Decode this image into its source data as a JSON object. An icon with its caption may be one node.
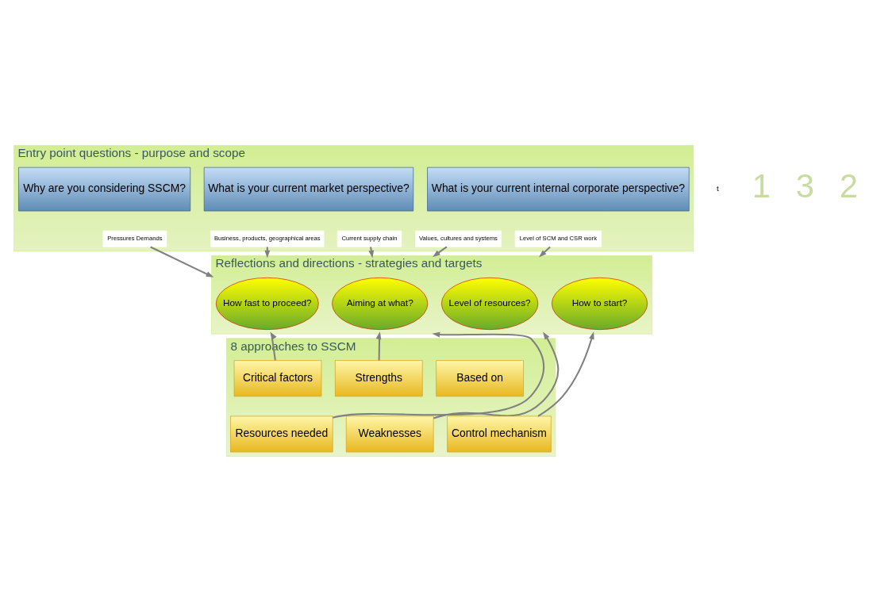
{
  "diagram": {
    "nodes": [
      {
        "text": [
          "Entry point questions - purpose and scope"
        ]
      },
      {
        "text": [
          "Why are you considering SSCM?"
        ],
        "in": 0
      },
      {
        "text": [
          "What is your current market perspective?"
        ],
        "in": 0
      },
      {
        "text": [
          "What is your current internal corporate perspective?"
        ],
        "in": 0
      },
      {
        "text": [
          "Pressures Demands"
        ],
        "in": 0
      },
      {
        "text": [
          "Business, products, geographical areas"
        ],
        "in": 0
      },
      {
        "text": [
          "Current supply chain"
        ],
        "in": 0
      },
      {
        "text": [
          "Values, cultures and systems"
        ],
        "in": 0
      },
      {
        "text": [
          "Level of SCM and CSR work"
        ],
        "in": 0
      },
      {
        "text": [
          "Reflections and directions - strategies and targets"
        ]
      },
      {
        "text": [
          "How fast to proceed?"
        ],
        "in": 9
      },
      {
        "text": [
          "Level of resources?"
        ],
        "in": 9
      },
      {
        "text": [
          "How to start?"
        ],
        "in": 9
      },
      {
        "text": [
          "Aiming at what?"
        ],
        "in": 9
      },
      {
        "text": [
          "8 approaches to SSCM"
        ]
      },
      {
        "text": [
          "Based on"
        ],
        "in": 14
      },
      {
        "text": [
          "Control mechanism"
        ],
        "in": 14
      },
      {
        "text": [
          "Critical factors"
        ],
        "in": 14
      },
      {
        "text": [
          "Resources needed"
        ],
        "in": 14
      },
      {
        "text": [
          "Strengths"
        ],
        "in": 14
      },
      {
        "text": [
          "Weaknesses"
        ],
        "in": 14
      }
    ],
    "edges": [
      {
        "from": 4,
        "to": 9,
        "arrow": "to"
      },
      {
        "from": 5,
        "to": 9,
        "arrow": "to"
      },
      {
        "from": 6,
        "to": 9,
        "arrow": "to"
      },
      {
        "from": 7,
        "to": 9,
        "arrow": "to"
      },
      {
        "from": 8,
        "to": 9,
        "arrow": "to"
      },
      {
        "from": 16,
        "to": 9,
        "arrow": "to"
      },
      {
        "from": 17,
        "to": 9,
        "arrow": "to"
      },
      {
        "from": 18,
        "to": 9,
        "arrow": "to"
      },
      {
        "from": 19,
        "to": 9,
        "arrow": "to"
      },
      {
        "from": 20,
        "to": 9,
        "arrow": "to"
      }
    ],
    "labels": [
      "t",
      "1",
      "3",
      "2"
    ]
  }
}
